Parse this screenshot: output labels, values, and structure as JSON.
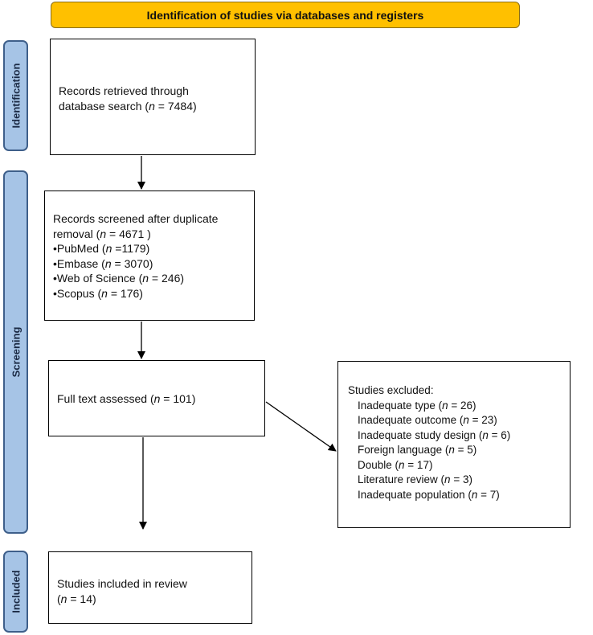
{
  "header": {
    "title": "Identification of studies via databases and registers"
  },
  "phases": {
    "identification": "Identification",
    "screening": "Screening",
    "included": "Included"
  },
  "records_retrieved": {
    "line1": "Records retrieved through",
    "line2_pre": "database search (",
    "n": "n",
    "line2_post": " = 7484)"
  },
  "records_screened": {
    "line1": "Records screened after duplicate",
    "line2_pre": "removal (",
    "line2_post": " = 4671 )",
    "sources": [
      {
        "pre": "•PubMed (",
        "post": " =1179)"
      },
      {
        "pre": "•Embase (",
        "post": " = 3070)"
      },
      {
        "pre": "•Web of Science (",
        "post": " = 246)"
      },
      {
        "pre": "•Scopus (",
        "post": " = 176)"
      }
    ]
  },
  "full_text": {
    "pre": "Full text assessed (",
    "post": " = 101)"
  },
  "excluded": {
    "title": "Studies excluded:",
    "items": [
      {
        "pre": "Inadequate type (",
        "post": " = 26)"
      },
      {
        "pre": "Inadequate outcome (",
        "post": " = 23)"
      },
      {
        "pre": "Inadequate study design (",
        "post": " = 6)"
      },
      {
        "pre": "Foreign language (",
        "post": " = 5)"
      },
      {
        "pre": "Double (",
        "post": " = 17)"
      },
      {
        "pre": "Literature review (",
        "post": " = 3)"
      },
      {
        "pre": "Inadequate population (",
        "post": " = 7)"
      }
    ]
  },
  "included_box": {
    "line1": "Studies included in review",
    "line2_pre": "(",
    "line2_post": " = 14)"
  }
}
